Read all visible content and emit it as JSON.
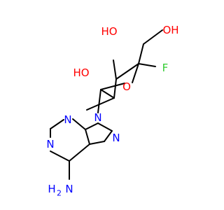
{
  "colors": {
    "bond": "#000000",
    "carbon": "#000000",
    "oxygen": "#ff0000",
    "nitrogen": "#0000ff",
    "fluorine": "#33cc33",
    "background": "#ffffff"
  },
  "atoms": {
    "ho_top": "HO",
    "hydroxymethyl_oh": "OH",
    "fluorine": "F",
    "ring_oxygen": "O",
    "ho_left": "HO",
    "n9": "N",
    "n3": "N",
    "n1": "N",
    "n7": "N",
    "amine_h": "H",
    "amine_h_count": "2",
    "amine_n": "N"
  }
}
